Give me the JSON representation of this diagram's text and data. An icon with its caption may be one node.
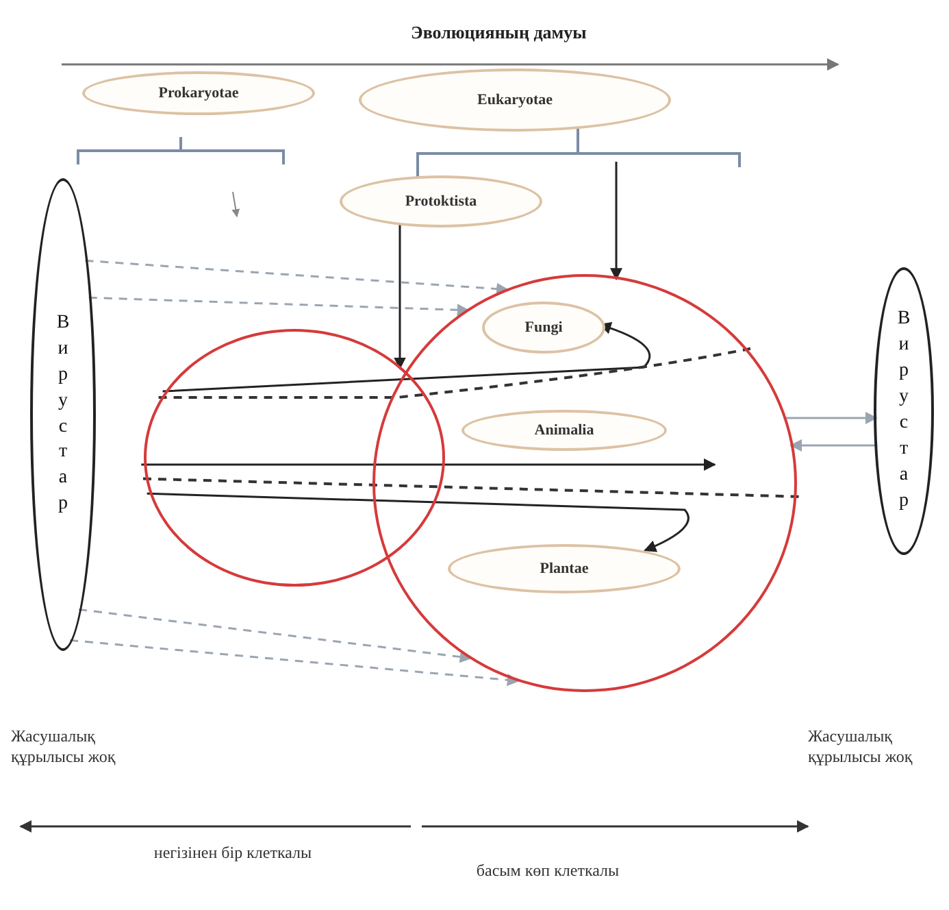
{
  "diagram": {
    "title": "Эволюцияның дамуы",
    "nodes": [
      {
        "text": [
          "Prokaryotae"
        ]
      },
      {
        "text": [
          "Eukaryotae"
        ]
      },
      {
        "text": [
          "Protoktista"
        ]
      },
      {
        "text": [
          "Вирустар"
        ]
      },
      {
        "text": [],
        "shape": "circle"
      },
      {
        "text": [],
        "shape": "circle"
      },
      {
        "text": [
          "Fungi"
        ],
        "in": 5
      },
      {
        "text": [
          "Animalia"
        ],
        "in": 5
      },
      {
        "text": [
          "Plantae"
        ],
        "in": 5
      },
      {
        "text": [
          "Вирустар"
        ]
      }
    ],
    "edges": [
      {
        "from": null,
        "to": 5,
        "arrow": "to",
        "color": "#222222"
      },
      {
        "from": 2,
        "to": 4,
        "arrow": "to",
        "color": "#222222"
      },
      {
        "from": 3,
        "to": 5,
        "arrow": "to",
        "style": "dashed",
        "color": "#9aa5b1"
      },
      {
        "from": 3,
        "to": 5,
        "arrow": "to",
        "style": "dashed",
        "color": "#9aa5b1"
      },
      {
        "from": 3,
        "to": 5,
        "arrow": "to",
        "style": "dashed",
        "color": "#9aa5b1"
      },
      {
        "from": 3,
        "to": 5,
        "arrow": "to",
        "style": "dashed",
        "color": "#9aa5b1"
      },
      {
        "from": 5,
        "to": 9,
        "arrow": "to",
        "color": "#9aa5b1"
      },
      {
        "from": 9,
        "to": 5,
        "arrow": "to",
        "color": "#9aa5b1"
      },
      {
        "from": 4,
        "to": 6,
        "arrow": "to",
        "color": "#222222"
      },
      {
        "from": 4,
        "to": 8,
        "arrow": "to",
        "color": "#222222"
      },
      {
        "from": 4,
        "to": 5,
        "arrow": "none",
        "style": "dashed",
        "color": "#333333"
      },
      {
        "from": 4,
        "to": 5,
        "arrow": "none",
        "style": "dashed",
        "color": "#333333"
      },
      {
        "from": 1,
        "to": 2,
        "arrow": "none",
        "color": "#7a8ca6"
      },
      {
        "from": 4,
        "to": null,
        "arrow": "to",
        "color": "#222222"
      }
    ],
    "labels": [
      "Жасушалық құрылысы жоқ",
      "Жасушалық құрылысы жоқ",
      "негізінен бір клеткалы",
      "басым көп клеткалы"
    ]
  }
}
